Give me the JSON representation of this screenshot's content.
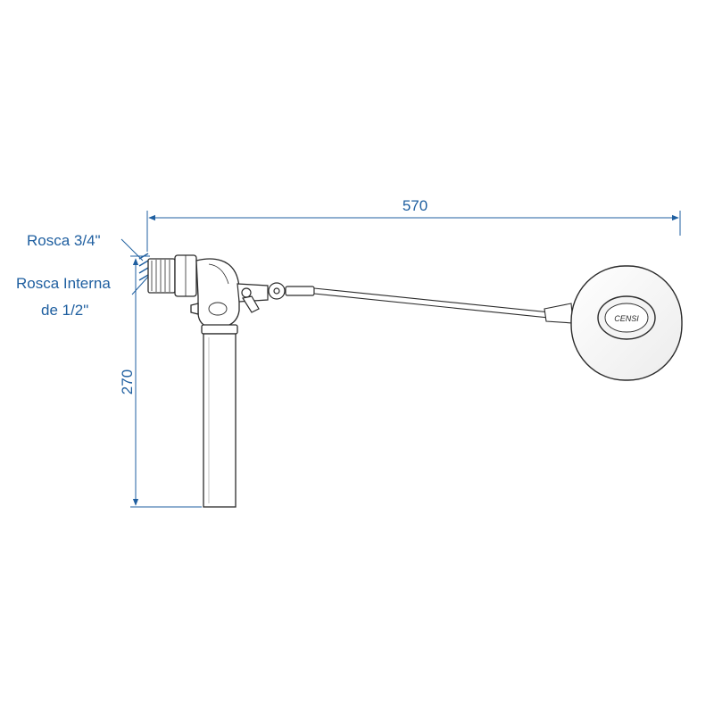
{
  "dimensions": {
    "width_value": "570",
    "height_value": "270"
  },
  "labels": {
    "thread_outer": "Rosca 3/4\"",
    "thread_inner_line1": "Rosca  Interna",
    "thread_inner_line2": "de 1/2\""
  },
  "logo": {
    "text": "CENSI"
  },
  "colors": {
    "dimension_blue": "#1f5fa0",
    "line_dark": "#2b2b2b",
    "label_blue": "#1f5fa0"
  }
}
